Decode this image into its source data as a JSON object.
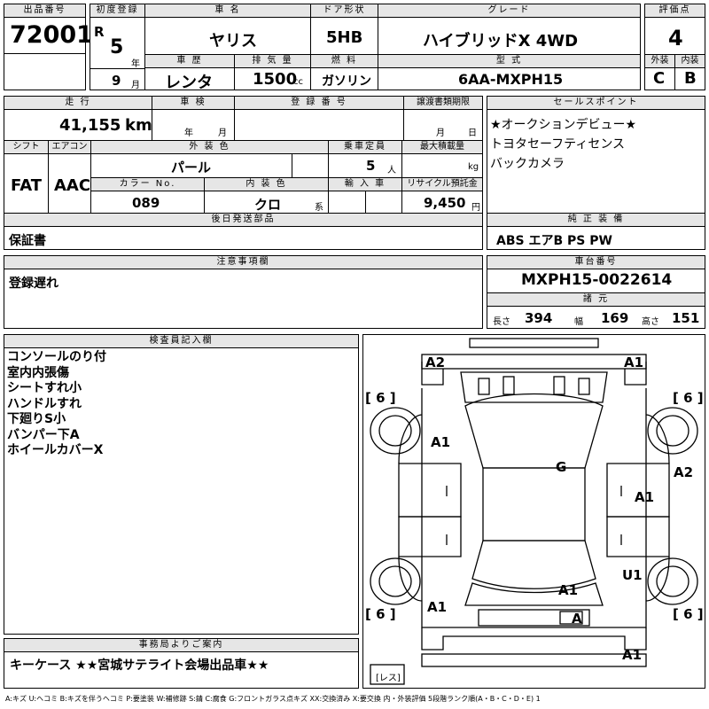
{
  "headers": {
    "lot_no": "出品番号",
    "first_reg": "初度登録",
    "car_name": "車 名",
    "door": "ドア形状",
    "grade": "グレード",
    "score": "評価点",
    "history": "車 歴",
    "displacement": "排 気 量",
    "fuel": "燃 料",
    "model": "型 式",
    "exterior_lbl": "外装",
    "interior_lbl": "内装",
    "mileage": "走 行",
    "inspection": "車 検",
    "reg_no": "登 録 番 号",
    "transfer": "譲渡書類期限",
    "sales": "セールスポイント",
    "shift": "シフト",
    "aircon": "エアコン",
    "ext_color": "外 装 色",
    "capacity": "乗車定員",
    "max_load": "最大積載量",
    "color_no": "カラー No.",
    "int_color": "内 装 色",
    "import": "輸 入 車",
    "recycle": "リサイクル預託金",
    "later_parts": "後日発送部品",
    "genuine": "純 正 装 備",
    "notes": "注意事項欄",
    "chassis": "車台番号",
    "specs": "諸 元",
    "inspector": "検査員記入欄",
    "office": "事務局よりご案内"
  },
  "lot": {
    "number": "72001"
  },
  "first_reg": {
    "era": "R",
    "year": "5",
    "year_unit": "年",
    "month": "9",
    "month_unit": "月"
  },
  "car": {
    "name": "ヤリス",
    "door": "5HB",
    "grade": "ハイブリッドX 4WD",
    "history": "レンタ",
    "displacement": "1500",
    "displacement_unit": "cc",
    "fuel": "ガソリン",
    "model": "6AA-MXPH15"
  },
  "score": {
    "overall": "4",
    "exterior": "C",
    "interior": "B"
  },
  "mileage": {
    "value": "41,155",
    "unit": "km"
  },
  "inspection": {
    "year_unit": "年",
    "month_unit": "月"
  },
  "transfer": {
    "month_unit": "月",
    "day_unit": "日"
  },
  "sales_points": [
    "★オークションデビュー★",
    "トヨタセーフティセンス",
    "バックカメラ"
  ],
  "shift": "FAT",
  "aircon": "AAC",
  "ext_color": "パール",
  "capacity": {
    "value": "5",
    "unit": "人"
  },
  "max_load": {
    "unit": "kg"
  },
  "color_no": "089",
  "int_color": {
    "value": "クロ",
    "unit": "系"
  },
  "recycle": {
    "value": "9,450",
    "unit": "円"
  },
  "later_parts": "保証書",
  "genuine": "ABS エアB PS PW",
  "notes": "登録遅れ",
  "chassis_no": "MXPH15-0022614",
  "dimensions": {
    "length_label": "長さ",
    "length": "394",
    "width_label": "幅",
    "width": "169",
    "height_label": "高さ",
    "height": "151"
  },
  "inspector_notes": [
    "コンソールのり付",
    "室内内張傷",
    "シートすれ小",
    "ハンドルすれ",
    "下廻りS小",
    "バンパー下A",
    "ホイールカバーX"
  ],
  "office_note": "キーケース ★★宮城サテライト会場出品車★★",
  "diagram": {
    "tyre_fl": "[ 6 ]",
    "tyre_fr": "[ 6 ]",
    "tyre_rl": "[ 6 ]",
    "tyre_rr": "[ 6 ]",
    "spare": "[レス]",
    "marks": {
      "front_bumper_left": "A2",
      "front_bumper_right": "A1",
      "left_front_fender": "A1",
      "right_front_fender": "A2",
      "roof": "G",
      "right_front_door": "A1",
      "right_rear_door": "U1",
      "rear_quarter": "A1",
      "left_rear": "A1",
      "rear_gate": "A",
      "rear_bumper": "A1"
    }
  },
  "legend": "A:キズ U:ヘコミ B:キズを伴うヘコミ P:要塗装 W:補修跡 S:錆 C:腐食 G:フロントガラス点キズ XX:交換済み X:要交換 内・外装評価 5段階ランク順(A・B・C・D・E) 1"
}
